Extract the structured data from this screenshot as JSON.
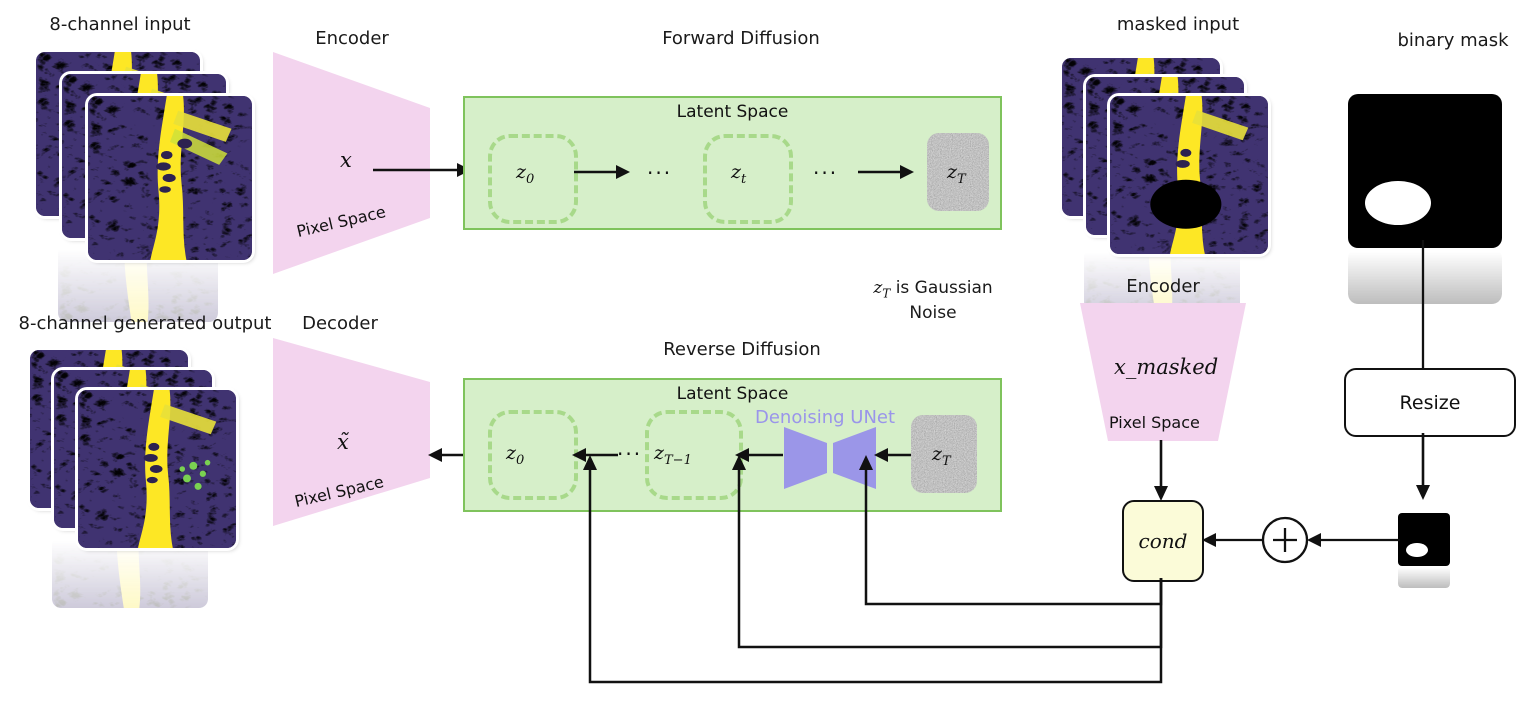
{
  "diagram": {
    "title_left_top": "8-channel input",
    "title_left_bottom": "8-channel generated output",
    "encoder_top": "Encoder",
    "decoder": "Decoder",
    "encoder_right": "Encoder",
    "forward_diffusion": "Forward Diffusion",
    "reverse_diffusion": "Reverse Diffusion",
    "latent_space_top": "Latent Space",
    "latent_space_bottom": "Latent Space",
    "masked_input": "masked input",
    "binary_mask": "binary mask",
    "gaussian_note_line1": "z_T is Gaussian",
    "gaussian_note_line2": "Noise",
    "gaussian_note_z": "z",
    "gaussian_note_sub": "T",
    "gaussian_note_rest": " is Gaussian",
    "denoising_unet": "Denoising UNet",
    "resize": "Resize",
    "cond": "cond",
    "pixel_space_encoder": "Pixel Space",
    "pixel_space_decoder": "Pixel Space",
    "pixel_space_right": "Pixel Space",
    "x_symbol": "x",
    "x_tilde_symbol": "x̃",
    "x_masked_symbol": "x_masked",
    "forward_nodes": [
      {
        "label": "z",
        "sub": "0",
        "type": "dashed"
      },
      {
        "label": "...",
        "type": "ellipsis"
      },
      {
        "label": "z",
        "sub": "t",
        "type": "dashed"
      },
      {
        "label": "...",
        "type": "ellipsis"
      },
      {
        "label": "z",
        "sub": "T",
        "type": "noise"
      }
    ],
    "reverse_nodes": [
      {
        "label": "z",
        "sub": "0",
        "type": "dashed"
      },
      {
        "label": "...",
        "type": "ellipsis"
      },
      {
        "label": "z",
        "sub": "T−1",
        "type": "dashed"
      },
      {
        "label": "Denoising UNet",
        "type": "unet"
      },
      {
        "label": "z",
        "sub": "T",
        "type": "noise"
      }
    ],
    "colors": {
      "trapezoid_pink": "#f3d4ee",
      "latent_green_fill": "#d6efc9",
      "latent_green_border": "#7fc35c",
      "dashed_node": "#a8d98a",
      "unet_purple": "#9b96e8",
      "cond_yellow": "#fbfbd8",
      "mask_black": "#000000",
      "arrow_black": "#111111",
      "noise_gray": "#8a8a8a"
    }
  }
}
